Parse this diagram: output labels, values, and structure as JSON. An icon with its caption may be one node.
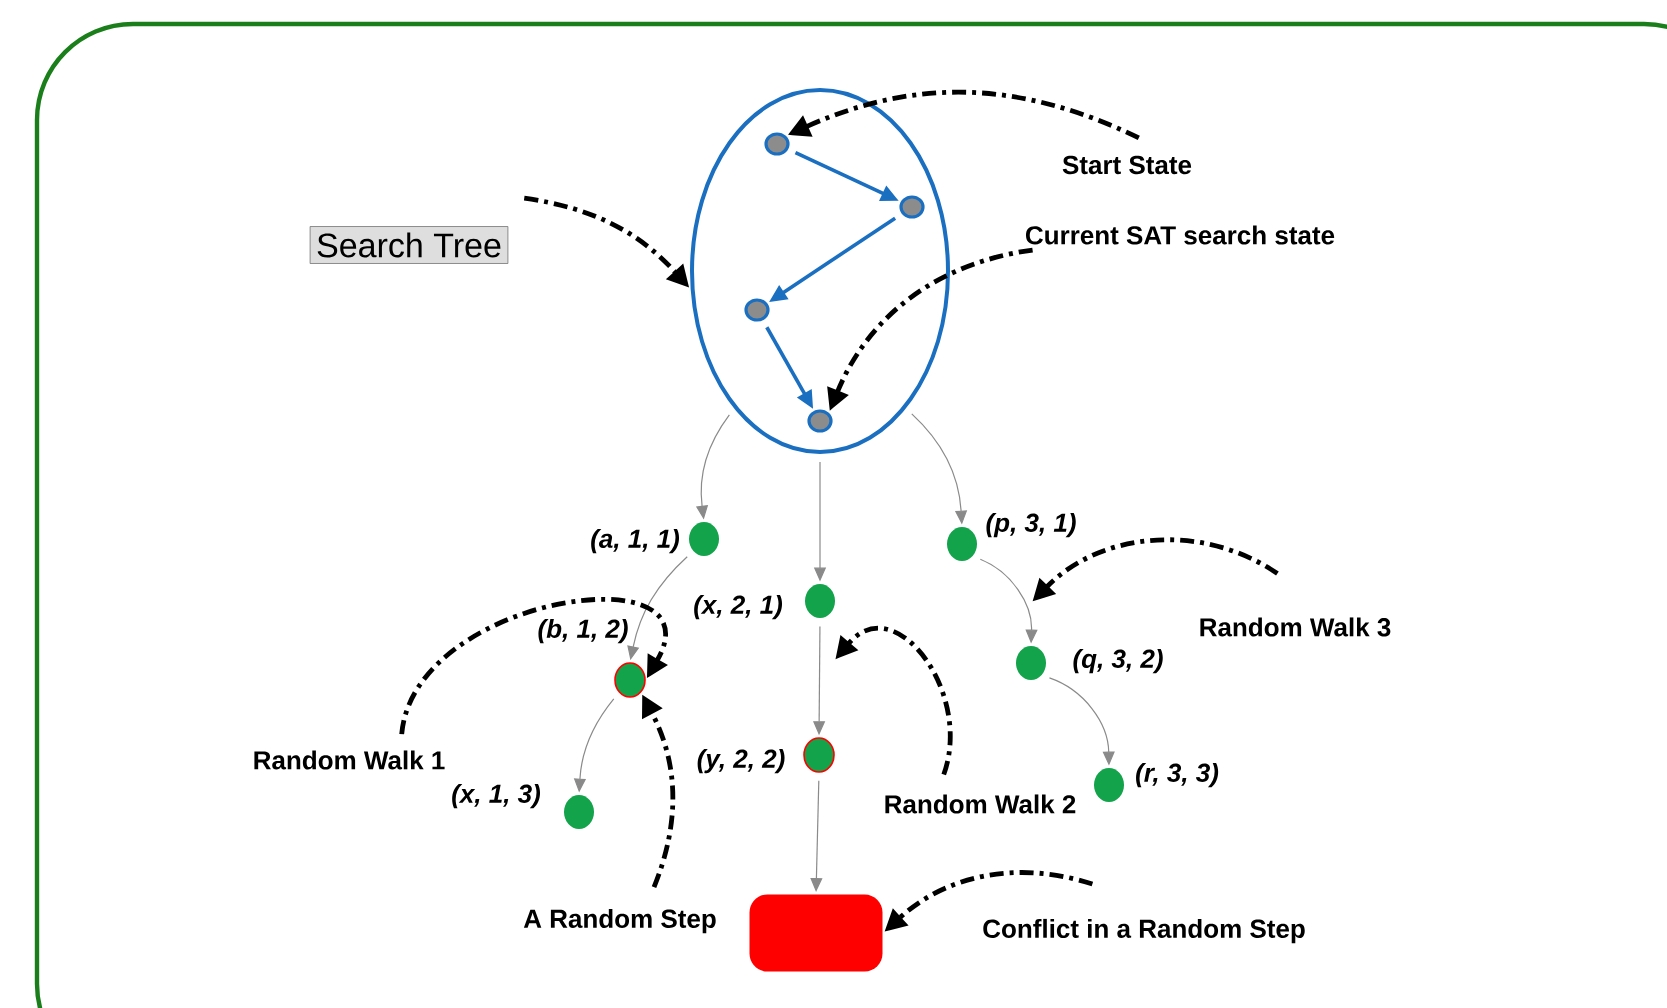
{
  "diagram": {
    "nodes": [
      {
        "text": [
          "Search Tree"
        ]
      },
      {
        "text": [],
        "shape": "ellipse"
      },
      {
        "text": [],
        "shape": "circle",
        "in": 1
      },
      {
        "text": [],
        "shape": "circle",
        "in": 1
      },
      {
        "text": [],
        "shape": "circle",
        "in": 1
      },
      {
        "text": [],
        "shape": "circle",
        "in": 1
      },
      {
        "text": [
          "Start State"
        ]
      },
      {
        "text": [
          "Current SAT search state"
        ]
      },
      {
        "text": [],
        "shape": "circle",
        "beside": [
          "(a, 1, 1)"
        ]
      },
      {
        "text": [],
        "shape": "circle",
        "beside": [
          "(b, 1, 2)"
        ]
      },
      {
        "text": [],
        "shape": "circle",
        "beside": [
          "(x, 1, 3)"
        ]
      },
      {
        "text": [],
        "shape": "circle",
        "beside": [
          "(x, 2, 1)"
        ]
      },
      {
        "text": [],
        "shape": "circle",
        "beside": [
          "(y, 2, 2)"
        ]
      },
      {
        "text": [],
        "shape": "box"
      },
      {
        "text": [],
        "shape": "circle",
        "beside": [
          "(p, 3, 1)"
        ]
      },
      {
        "text": [],
        "shape": "circle",
        "beside": [
          "(q, 3, 2)"
        ]
      },
      {
        "text": [],
        "shape": "circle",
        "beside": [
          "(r, 3, 3)"
        ]
      },
      {
        "text": [
          "Random Walk 1"
        ]
      },
      {
        "text": [
          "A Random Step"
        ]
      },
      {
        "text": [
          "Random Walk 2"
        ]
      },
      {
        "text": [
          "Random Walk 3"
        ]
      },
      {
        "text": [
          "Conflict in a Random Step"
        ]
      }
    ],
    "edges": [
      {
        "from": 2,
        "to": 3,
        "arrow": "to",
        "color": "#1a6fc0"
      },
      {
        "from": 3,
        "to": 4,
        "arrow": "to",
        "color": "#1a6fc0"
      },
      {
        "from": 4,
        "to": 5,
        "arrow": "to",
        "color": "#1a6fc0"
      },
      {
        "from": 1,
        "to": 8,
        "arrow": "to"
      },
      {
        "from": 1,
        "to": 11,
        "arrow": "to"
      },
      {
        "from": 1,
        "to": 14,
        "arrow": "to"
      },
      {
        "from": 8,
        "to": 9,
        "arrow": "to"
      },
      {
        "from": 9,
        "to": 10,
        "arrow": "to"
      },
      {
        "from": 11,
        "to": 12,
        "arrow": "to"
      },
      {
        "from": 12,
        "to": 13,
        "arrow": "to"
      },
      {
        "from": 14,
        "to": 15,
        "arrow": "to"
      },
      {
        "from": 15,
        "to": 16,
        "arrow": "to"
      },
      {
        "from": 0,
        "to": 1,
        "arrow": "to",
        "style": "dashed",
        "color": "#000000"
      },
      {
        "from": 6,
        "to": 2,
        "arrow": "to",
        "style": "dashed",
        "color": "#000000"
      },
      {
        "from": 7,
        "to": 5,
        "arrow": "to",
        "style": "dashed",
        "color": "#000000"
      },
      {
        "from": 17,
        "to": 9,
        "arrow": "to",
        "style": "dashed",
        "color": "#000000"
      },
      {
        "from": 18,
        "to": 9,
        "arrow": "to",
        "style": "dashed",
        "color": "#000000"
      },
      {
        "from": 19,
        "to": null,
        "arrow": "to",
        "style": "dashed",
        "color": "#000000"
      },
      {
        "from": 20,
        "to": null,
        "arrow": "to",
        "style": "dashed",
        "color": "#000000"
      },
      {
        "from": 21,
        "to": 13,
        "arrow": "to",
        "style": "dashed",
        "color": "#000000"
      }
    ]
  }
}
